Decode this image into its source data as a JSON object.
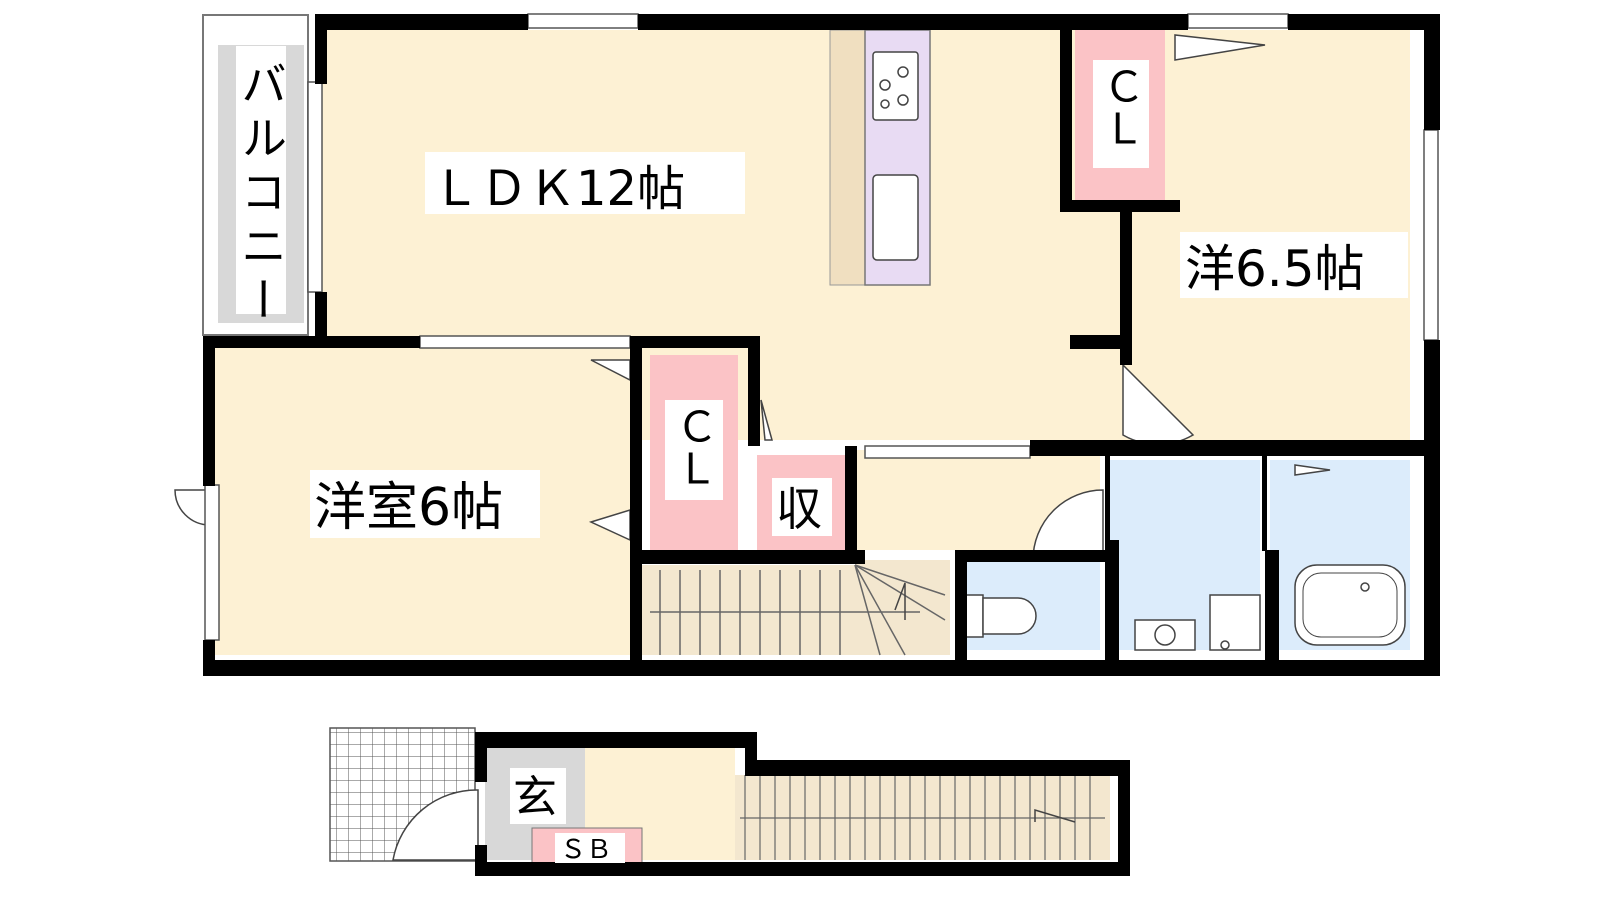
{
  "floor_plan": {
    "rooms": {
      "ldk": "ＬＤＫ12帖",
      "western_a": "洋6.5帖",
      "western_b": "洋室6帖",
      "balcony": "バルコニー",
      "closet_a": "ＣＬ",
      "closet_b": "ＣＬ",
      "storage": "収",
      "entrance": "玄",
      "shoe_box": "ＳＢ"
    },
    "colors": {
      "room_floor": "#fdf1d4",
      "wet_area": "#dcecfb",
      "closet": "#fbc3c6",
      "storage_pink": "#fbc3c6",
      "kitchen_counter": "#e8dbf3",
      "counter_wood": "#f0dfc0",
      "balcony_gray": "#d8d8d8",
      "stairs": "#f3e7cf",
      "wall": "#000000"
    }
  }
}
